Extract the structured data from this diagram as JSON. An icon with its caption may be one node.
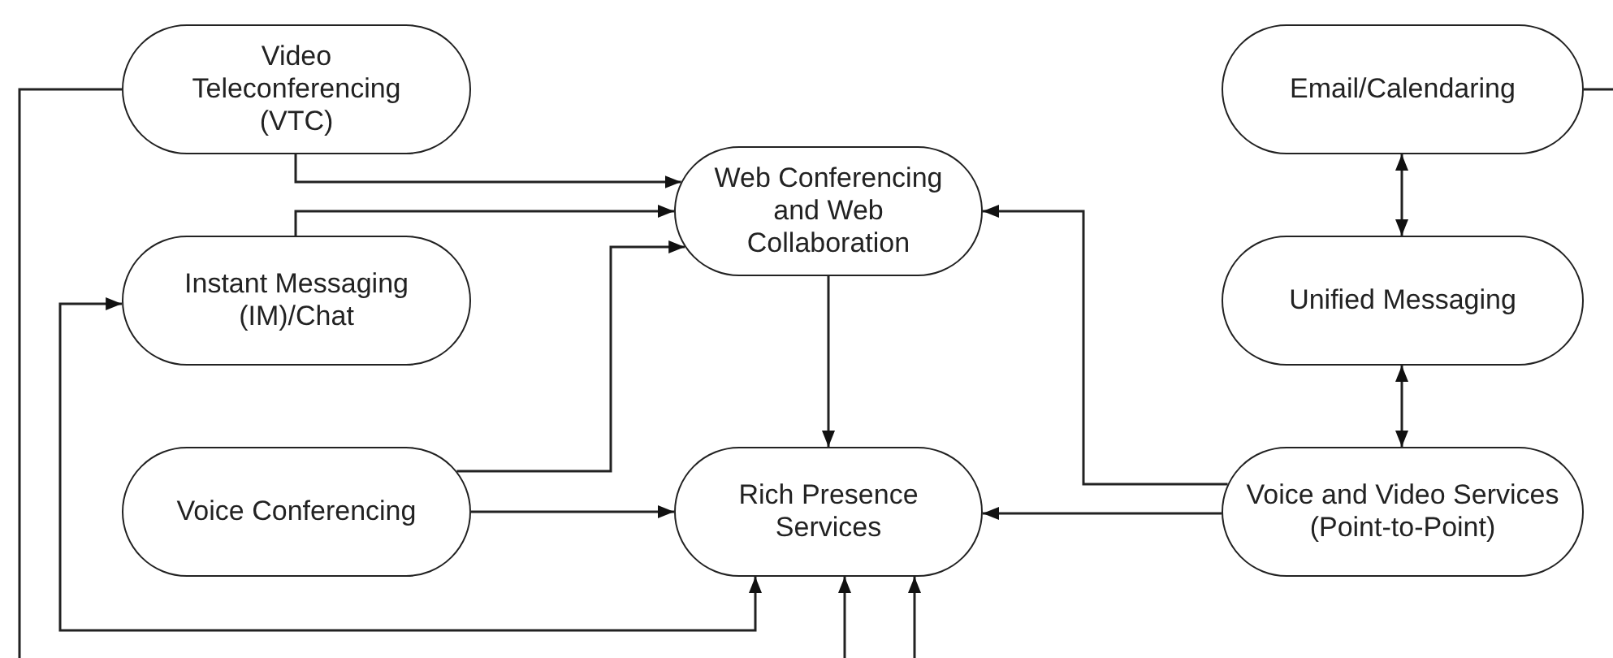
{
  "diagram": {
    "nodes": [
      {
        "text": [
          "Video Teleconferencing (VTC)"
        ]
      },
      {
        "text": [
          "Email/Calendaring"
        ]
      },
      {
        "text": [
          "Web Conferencing and Web Collaboration"
        ]
      },
      {
        "text": [
          "Instant Messaging (IM)/Chat"
        ]
      },
      {
        "text": [
          "Unified Messaging"
        ]
      },
      {
        "text": [
          "Voice Conferencing"
        ]
      },
      {
        "text": [
          "Rich Presence Services"
        ]
      },
      {
        "text": [
          "Voice and Video Services (Point-to-Point)"
        ]
      }
    ],
    "edges": [
      {
        "from": 0,
        "to": 2,
        "arrow": "to"
      },
      {
        "from": 3,
        "to": 2,
        "arrow": "to"
      },
      {
        "from": 5,
        "to": 2,
        "arrow": "to"
      },
      {
        "from": 5,
        "to": 6,
        "arrow": "to"
      },
      {
        "from": 2,
        "to": 6,
        "arrow": "to"
      },
      {
        "from": 7,
        "to": 2,
        "arrow": "to"
      },
      {
        "from": 7,
        "to": 6,
        "arrow": "to"
      },
      {
        "from": 1,
        "to": 4,
        "arrow": "both"
      },
      {
        "from": 4,
        "to": 7,
        "arrow": "both"
      },
      {
        "from": 3,
        "to": 6,
        "arrow": "both"
      },
      {
        "from": null,
        "to": 6,
        "arrow": "to"
      },
      {
        "from": null,
        "to": 6,
        "arrow": "to"
      },
      {
        "from": 0,
        "to": null,
        "arrow": "none"
      },
      {
        "from": 1,
        "to": null,
        "arrow": "none"
      }
    ]
  }
}
